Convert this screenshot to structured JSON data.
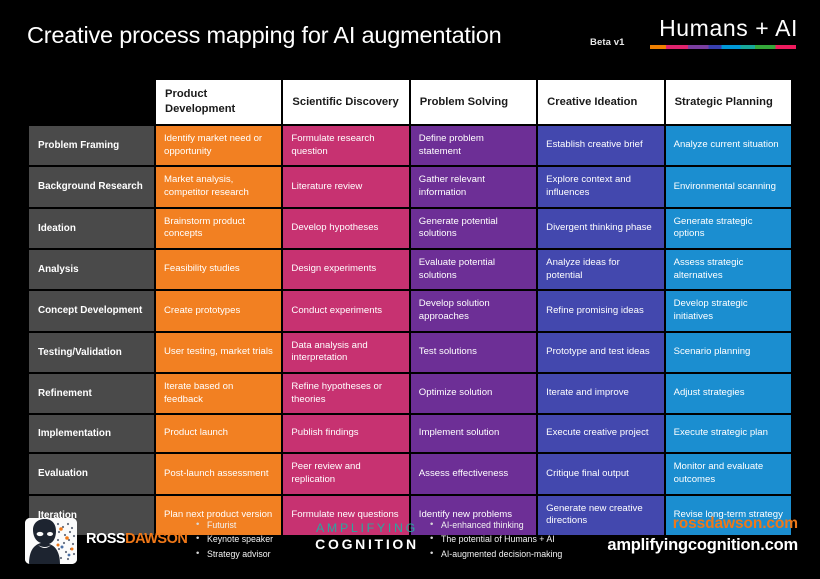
{
  "header": {
    "title": "Creative process mapping for AI augmentation",
    "beta": "Beta v1",
    "brand": "Humans + AI"
  },
  "table": {
    "columns": [
      {
        "label": "Product Development",
        "key": "c-pd",
        "color": "#f28022"
      },
      {
        "label": "Scientific Discovery",
        "key": "c-sd",
        "color": "#c73271"
      },
      {
        "label": "Problem Solving",
        "key": "c-ps",
        "color": "#6d2f96"
      },
      {
        "label": "Creative Ideation",
        "key": "c-ci",
        "color": "#4348ae"
      },
      {
        "label": "Strategic Planning",
        "key": "c-sp",
        "color": "#1b8ed0"
      }
    ],
    "rows": [
      {
        "label": "Problem Framing",
        "cells": [
          "Identify market need or opportunity",
          "Formulate research question",
          "Define problem statement",
          "Establish creative brief",
          "Analyze current situation"
        ]
      },
      {
        "label": "Background Research",
        "cells": [
          "Market analysis, competitor research",
          "Literature review",
          "Gather relevant information",
          "Explore context and influences",
          "Environmental scanning"
        ]
      },
      {
        "label": "Ideation",
        "cells": [
          "Brainstorm product concepts",
          "Develop hypotheses",
          "Generate potential solutions",
          "Divergent thinking phase",
          "Generate strategic options"
        ]
      },
      {
        "label": "Analysis",
        "cells": [
          "Feasibility studies",
          "Design experiments",
          "Evaluate potential solutions",
          "Analyze ideas for potential",
          "Assess strategic alternatives"
        ]
      },
      {
        "label": "Concept Development",
        "cells": [
          "Create prototypes",
          "Conduct experiments",
          "Develop solution approaches",
          "Refine promising ideas",
          "Develop strategic initiatives"
        ]
      },
      {
        "label": "Testing/Validation",
        "cells": [
          "User testing, market trials",
          "Data analysis and interpretation",
          "Test solutions",
          "Prototype and test ideas",
          "Scenario planning"
        ]
      },
      {
        "label": "Refinement",
        "cells": [
          "Iterate based on feedback",
          "Refine hypotheses or theories",
          "Optimize solution",
          "Iterate and improve",
          "Adjust strategies"
        ]
      },
      {
        "label": "Implementation",
        "cells": [
          "Product launch",
          "Publish findings",
          "Implement solution",
          "Execute creative project",
          "Execute strategic plan"
        ]
      },
      {
        "label": "Evaluation",
        "cells": [
          "Post-launch assessment",
          "Peer review and replication",
          "Assess effectiveness",
          "Critique final output",
          "Monitor and evaluate outcomes"
        ]
      },
      {
        "label": "Iteration",
        "cells": [
          "Plan next product version",
          "Formulate new questions",
          "Identify new problems",
          "Generate new creative directions",
          "Revise long-term strategy"
        ]
      }
    ]
  },
  "footer": {
    "avatar_icon": "portrait-avatar-icon",
    "ross_logo": {
      "part1": "ROSS",
      "part2": "DAWSON"
    },
    "bullets_left": [
      "Futurist",
      "Keynote speaker",
      "Strategy advisor"
    ],
    "amplifying_cognition": {
      "line1": "AMPLIFYING",
      "line2": "COGNITION"
    },
    "bullets_right": [
      "AI-enhanced thinking",
      "The potential of Humans + AI",
      "AI-augmented decision-making"
    ],
    "urls": {
      "primary": "rossdawson.com",
      "secondary": "amplifyingcognition.com"
    }
  },
  "colors": {
    "background": "#000000",
    "row_header": "#4a4a4a",
    "column_header_bg": "#ffffff",
    "orange_accent": "#f07818",
    "teal_accent": "#2aa8a0"
  }
}
